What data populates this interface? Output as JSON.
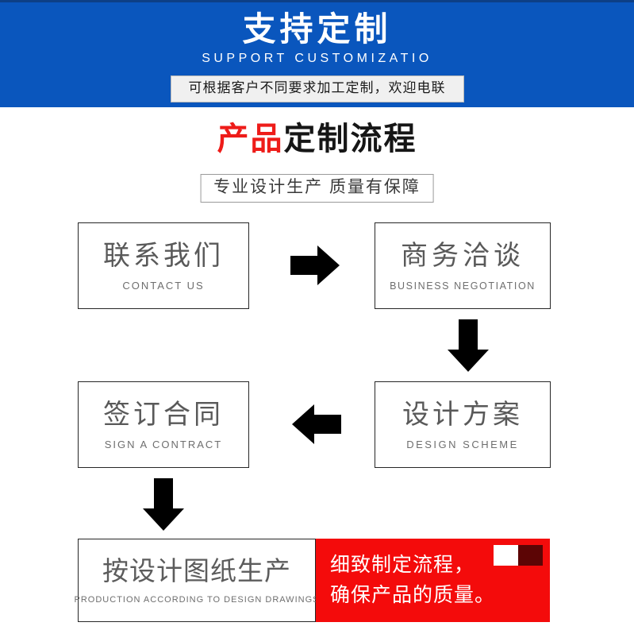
{
  "banner": {
    "title": "支持定制",
    "subtitle": "SUPPORT CUSTOMIZATIO",
    "tagline": "可根据客户不同要求加工定制，欢迎电联",
    "bg_color": "#0A56BD"
  },
  "section": {
    "title_red": "产品",
    "title_dark": "定制流程",
    "subtitle": "专业设计生产 质量有保障"
  },
  "flow": {
    "steps": [
      {
        "cn": "联系我们",
        "en": "CONTACT US"
      },
      {
        "cn": "商务洽谈",
        "en": "BUSINESS  NEGOTIATION"
      },
      {
        "cn": "设计方案",
        "en": "DESIGN  SCHEME"
      },
      {
        "cn": "签订合同",
        "en": "SIGN A CONTRACT"
      },
      {
        "cn": "按设计图纸生产",
        "en": "PRODUCTION  ACCORDING  TO  DESIGN  DRAWINGS"
      }
    ],
    "arrows": [
      {
        "name": "arrow-right",
        "direction": "right"
      },
      {
        "name": "arrow-down",
        "direction": "down"
      },
      {
        "name": "arrow-left",
        "direction": "left"
      },
      {
        "name": "arrow-down",
        "direction": "down"
      }
    ]
  },
  "callout": {
    "line1": "细致制定流程，",
    "line2": "确保产品的质量。",
    "bg_color": "#F40B0B",
    "square_light": "#FFFFFF",
    "square_dark": "#5C0505"
  }
}
